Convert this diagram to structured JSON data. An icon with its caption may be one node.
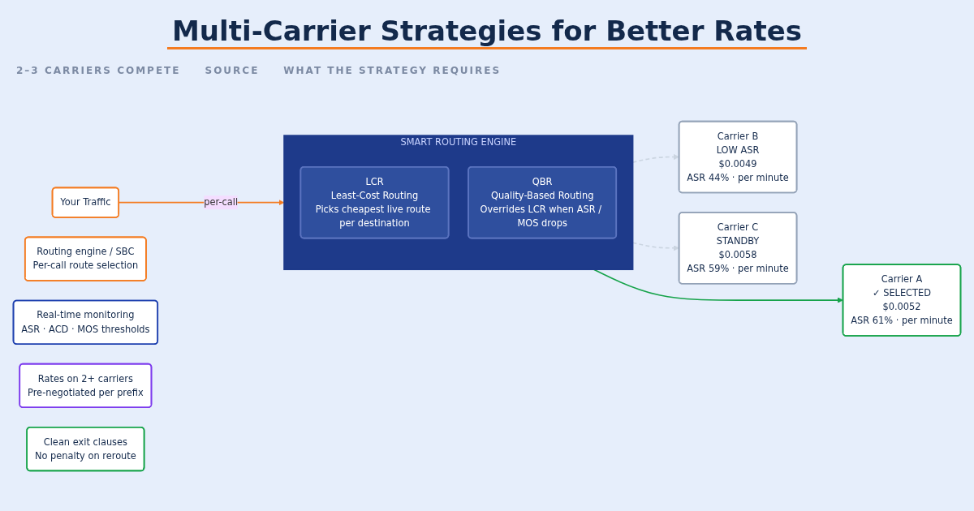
{
  "diagram": {
    "title": "Multi-Carrier Strategies for Better Rates",
    "nodes": [
      {
        "text": [
          "Your Traffic"
        ]
      },
      {
        "text": [
          "SMART ROUTING ENGINE"
        ]
      },
      {
        "text": [
          "LCR",
          "Least-Cost Routing",
          "Picks cheapest live route per destination"
        ],
        "in": 1
      },
      {
        "text": [
          "QBR",
          "Quality-Based Routing",
          "Overrides LCR when ASR / MOS drops"
        ],
        "in": 1
      },
      {
        "text": [
          "Carrier A",
          "✓ SELECTED",
          "$0.0052",
          "ASR 61% · per minute"
        ]
      },
      {
        "text": [
          "Carrier B",
          "LOW ASR",
          "$0.0049",
          "ASR 44% · per minute"
        ]
      },
      {
        "text": [
          "Carrier C",
          "STANDBY",
          "$0.0058",
          "ASR 59% · per minute"
        ]
      },
      {
        "text": [
          "Routing engine / SBC",
          "Per-call route selection"
        ]
      },
      {
        "text": [
          "Real-time monitoring",
          "ASR · ACD · MOS thresholds"
        ]
      },
      {
        "text": [
          "Rates on 2+ carriers",
          "Pre-negotiated per prefix"
        ]
      },
      {
        "text": [
          "Clean exit clauses",
          "No penalty on reroute"
        ]
      }
    ],
    "edges": [
      {
        "from": 0,
        "to": 1,
        "arrow": "to",
        "label": "per-call",
        "color": "#f47b20"
      },
      {
        "from": 1,
        "to": 4,
        "arrow": "to",
        "color": "#16a34a"
      },
      {
        "from": 1,
        "to": 5,
        "arrow": "to",
        "style": "dashed",
        "color": "#cbd5e1"
      },
      {
        "from": 1,
        "to": 6,
        "arrow": "to",
        "style": "dashed",
        "color": "#cbd5e1"
      }
    ],
    "labels": [
      "2–3 CARRIERS COMPETE",
      "SOURCE",
      "WHAT THE STRATEGY REQUIRES"
    ]
  }
}
